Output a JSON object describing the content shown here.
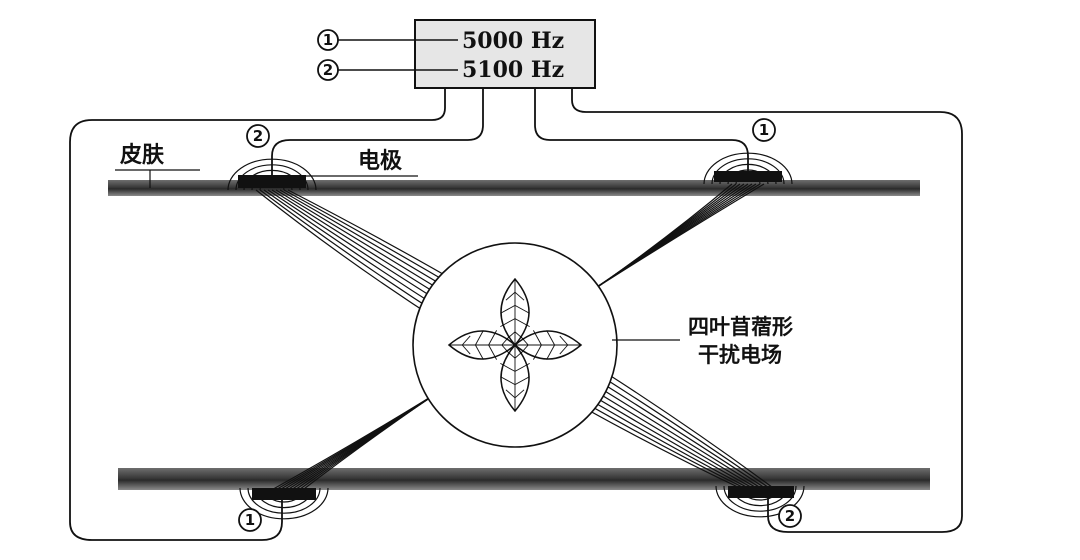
{
  "generator": {
    "freq_1": "5000 Hz",
    "freq_2": "5100 Hz",
    "channel_1_marker": "①",
    "channel_2_marker": "②"
  },
  "labels": {
    "skin": "皮肤",
    "electrode": "电极",
    "field_line1": "四叶苜蓿形",
    "field_line2": "干扰电场"
  },
  "electrodes": {
    "top_left": "②",
    "top_right": "①",
    "bottom_left": "①",
    "bottom_right": "②"
  }
}
